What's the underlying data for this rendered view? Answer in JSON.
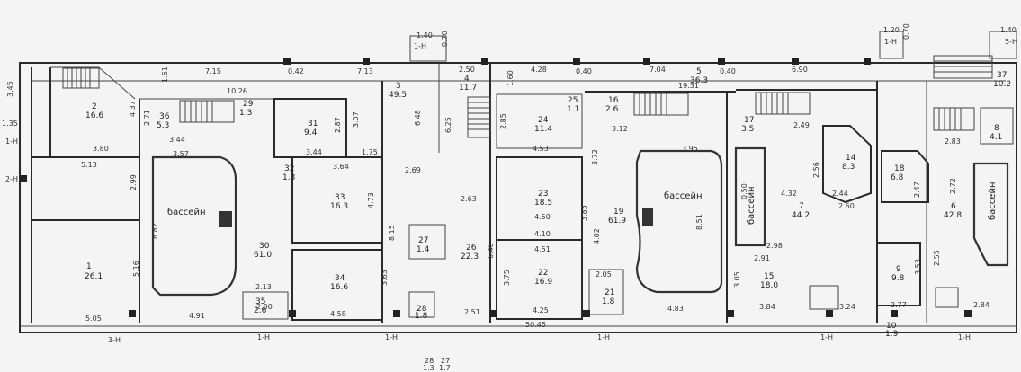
{
  "rooms": [
    {
      "num": "1",
      "area": "26.1"
    },
    {
      "num": "2",
      "area": "16.6"
    },
    {
      "num": "3",
      "area": "49.5"
    },
    {
      "num": "4",
      "area": "11.7"
    },
    {
      "num": "5",
      "area": "36.3"
    },
    {
      "num": "6",
      "area": "42.8"
    },
    {
      "num": "7",
      "area": "44.2"
    },
    {
      "num": "8",
      "area": "4.1"
    },
    {
      "num": "9",
      "area": "9.8"
    },
    {
      "num": "10",
      "area": "1.9"
    },
    {
      "num": "14",
      "area": "8.3"
    },
    {
      "num": "15",
      "area": "18.0"
    },
    {
      "num": "16",
      "area": "2.6"
    },
    {
      "num": "17",
      "area": "3.5"
    },
    {
      "num": "18",
      "area": "6.8"
    },
    {
      "num": "19",
      "area": "61.9"
    },
    {
      "num": "21",
      "area": "1.8"
    },
    {
      "num": "22",
      "area": "16.9"
    },
    {
      "num": "23",
      "area": "18.5"
    },
    {
      "num": "24",
      "area": "11.4"
    },
    {
      "num": "25",
      "area": "1.1"
    },
    {
      "num": "26",
      "area": "22.3"
    },
    {
      "num": "27",
      "area": "1.4"
    },
    {
      "num": "28",
      "area": "1.8"
    },
    {
      "num": "29",
      "area": "1.3"
    },
    {
      "num": "30",
      "area": "61.0"
    },
    {
      "num": "31",
      "area": "9.4"
    },
    {
      "num": "32",
      "area": "1.3"
    },
    {
      "num": "33",
      "area": "16.3"
    },
    {
      "num": "34",
      "area": "16.6"
    },
    {
      "num": "35",
      "area": "2.6"
    },
    {
      "num": "36",
      "area": "5.3"
    },
    {
      "num": "37",
      "area": "10.2"
    }
  ],
  "labels": {
    "pool": "бассейн",
    "exit_1": "1-Н",
    "exit_2": "2-Н",
    "exit_3": "3-Н",
    "exit_5": "5-Н",
    "total": "50.45",
    "bottom_a": "28",
    "bottom_a_sub": "1.3",
    "bottom_b": "27",
    "bottom_b_sub": "1.7"
  },
  "dims": {
    "d715": "7.15",
    "d042": "0.42",
    "d713": "7.13",
    "d250": "2.50",
    "d160": "1.60",
    "d428": "4.28",
    "d040": "0.40",
    "d704": "7.04",
    "d690": "6.90",
    "d140": "1.40",
    "d070": "0.70",
    "d120": "1.20",
    "d345": "3.45",
    "d135": "1.35",
    "d380": "3.80",
    "d513": "5.13",
    "d299": "2.99",
    "d505": "5.05",
    "d491": "4.91",
    "d458": "4.58",
    "d251": "2.51",
    "d425": "4.25",
    "d483": "4.83",
    "d384": "3.84",
    "d324": "3.24",
    "d277": "2.77",
    "d284": "2.84",
    "d1026": "10.26",
    "d1931": "19.31",
    "d357": "3.57",
    "d364": "3.64",
    "d453": "4.53",
    "d395": "3.95",
    "d432": "4.32",
    "d260": "2.60",
    "d244": "2.44",
    "d269": "2.69",
    "d648": "6.48",
    "d625": "6.25",
    "d285": "2.85",
    "d372": "3.72",
    "d851": "8.51",
    "d882": "8.82",
    "d473": "4.73",
    "d640": "6.40",
    "d815": "8.15",
    "d263": "2.63",
    "d450": "4.50",
    "d410": "4.10",
    "d451": "4.51",
    "d298": "2.98",
    "d291": "2.91",
    "d283": "2.83",
    "d247": "2.47",
    "d272": "2.72",
    "d344": "3.44",
    "d287": "2.87",
    "d307": "3.07",
    "d175": "1.75",
    "d312": "3.12",
    "d249": "2.49",
    "d256": "2.56",
    "d353": "3.53",
    "d255": "2.55",
    "d516": "5.16",
    "d437": "4.37",
    "d271": "2.71",
    "d305": "3.05",
    "d375": "3.75",
    "d363": "3.63",
    "d402": "4.02",
    "d385": "3.85",
    "d205": "2.05",
    "d213": "2.13",
    "d200": "2.00",
    "d050": "0.50",
    "d161": "1.61"
  }
}
